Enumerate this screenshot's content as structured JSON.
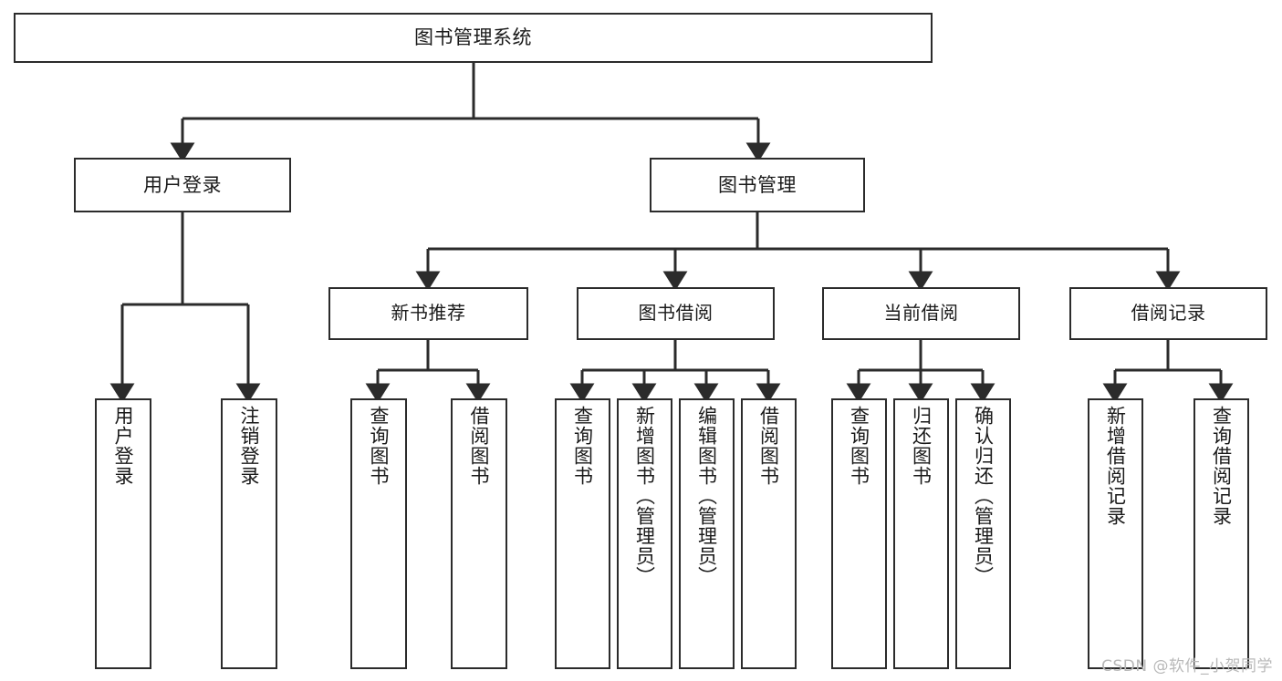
{
  "diagram": {
    "title": "图书管理系统",
    "type": "hierarchy-tree",
    "watermark": "CSDN @软件_小贺同学",
    "colors": {
      "stroke": "#2b2b2b",
      "fill": "#ffffff",
      "text": "#1a1a1a",
      "watermark": "#b9b9b9"
    },
    "root": {
      "label": "图书管理系统"
    },
    "level2": [
      {
        "label": "用户登录"
      },
      {
        "label": "图书管理"
      }
    ],
    "level3": [
      {
        "label": "新书推荐"
      },
      {
        "label": "图书借阅"
      },
      {
        "label": "当前借阅"
      },
      {
        "label": "借阅记录"
      }
    ],
    "leaves": {
      "user_login": [
        {
          "label": "用户登录"
        },
        {
          "label": "注销登录"
        }
      ],
      "new_book_rec": [
        {
          "label": "查询图书"
        },
        {
          "label": "借阅图书"
        }
      ],
      "book_borrow": [
        {
          "label": "查询图书"
        },
        {
          "label": "新增图书（管理员）"
        },
        {
          "label": "编辑图书（管理员）"
        },
        {
          "label": "借阅图书"
        }
      ],
      "current_borrow": [
        {
          "label": "查询图书"
        },
        {
          "label": "归还图书"
        },
        {
          "label": "确认归还（管理员）"
        }
      ],
      "borrow_record": [
        {
          "label": "新增借阅记录"
        },
        {
          "label": "查询借阅记录"
        }
      ]
    }
  }
}
